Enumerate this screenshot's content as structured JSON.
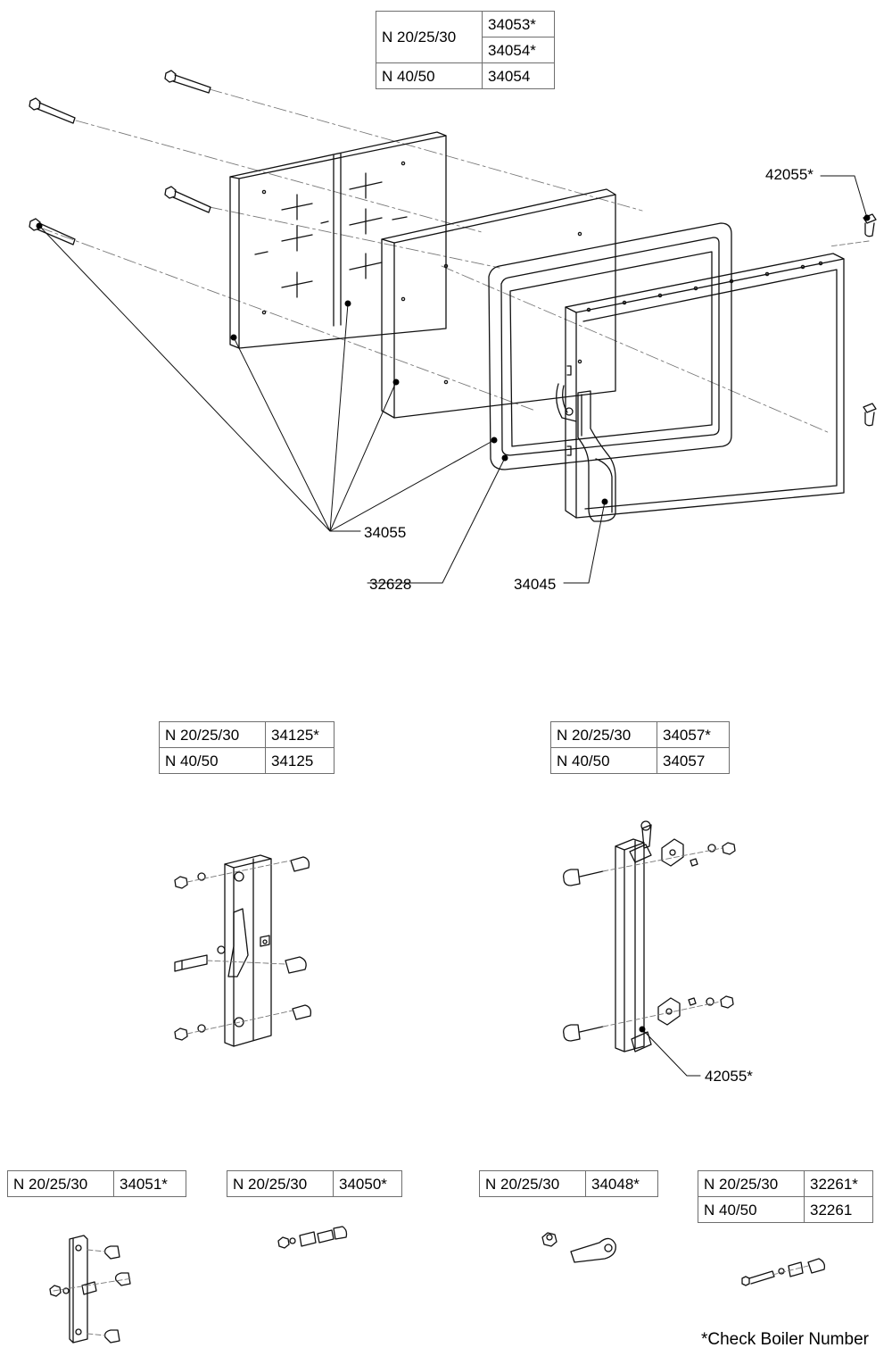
{
  "tables": {
    "door_frame": [
      {
        "model": "N 20/25/30",
        "parts": [
          "34053*",
          "34054*"
        ]
      },
      {
        "model": "N 40/50",
        "parts": [
          "34054"
        ]
      }
    ],
    "bracket_left": [
      {
        "model": "N 20/25/30",
        "part": "34125*"
      },
      {
        "model": "N 40/50",
        "part": "34125"
      }
    ],
    "bracket_right": [
      {
        "model": "N 20/25/30",
        "part": "34057*"
      },
      {
        "model": "N 40/50",
        "part": "34057"
      }
    ],
    "kit_a": [
      {
        "model": "N 20/25/30",
        "part": "34051*"
      }
    ],
    "kit_b": [
      {
        "model": "N 20/25/30",
        "part": "34050*"
      }
    ],
    "kit_c": [
      {
        "model": "N 20/25/30",
        "part": "34048*"
      }
    ],
    "kit_d": [
      {
        "model": "N 20/25/30",
        "part": "32261*"
      },
      {
        "model": "N 40/50",
        "part": "32261"
      }
    ]
  },
  "callouts": {
    "pin_top": "42055*",
    "panel_set": "34055",
    "gasket_frame": "32628",
    "handle_door": "34045",
    "pin_bracket": "42055*"
  },
  "footnote": "*Check Boiler Number"
}
